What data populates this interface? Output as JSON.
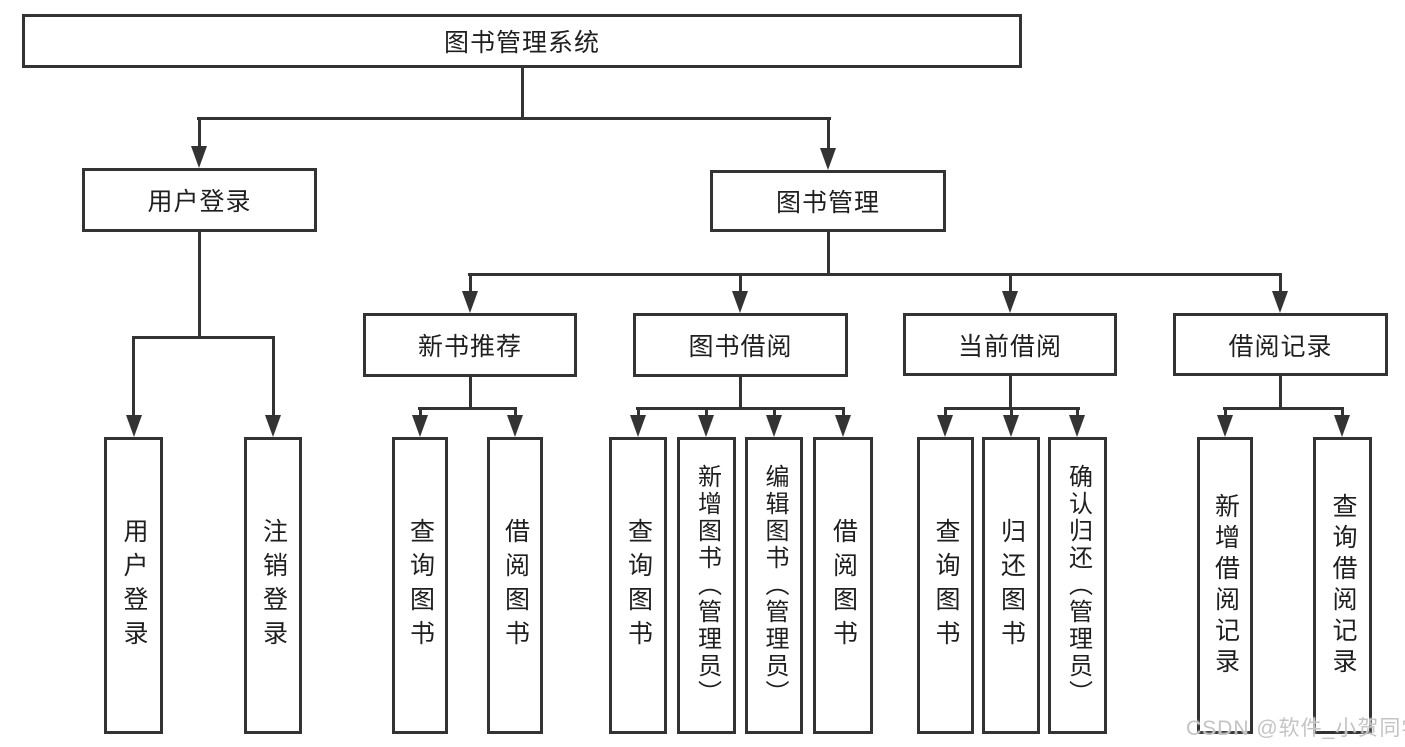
{
  "nodes": {
    "root": "图书管理系统",
    "user_login": {
      "label": "用户登录",
      "children": [
        "用户登录",
        "注销登录"
      ]
    },
    "book_management": {
      "label": "图书管理",
      "sections": [
        {
          "label": "新书推荐",
          "children": [
            "查询图书",
            "借阅图书"
          ]
        },
        {
          "label": "图书借阅",
          "children": [
            "查询图书",
            "新增图书（管理员）",
            "编辑图书（管理员）",
            "借阅图书"
          ]
        },
        {
          "label": "当前借阅",
          "children": [
            "查询图书",
            "归还图书",
            "确认归还（管理员）"
          ]
        },
        {
          "label": "借阅记录",
          "children": [
            "新增借阅记录",
            "查询借阅记录"
          ]
        }
      ]
    }
  },
  "watermark": "CSDN @软件_小贺同学",
  "colors": {
    "line": "#333333",
    "text": "#1f1f1f",
    "background": "#ffffff",
    "watermark": "#c4c4c4"
  }
}
